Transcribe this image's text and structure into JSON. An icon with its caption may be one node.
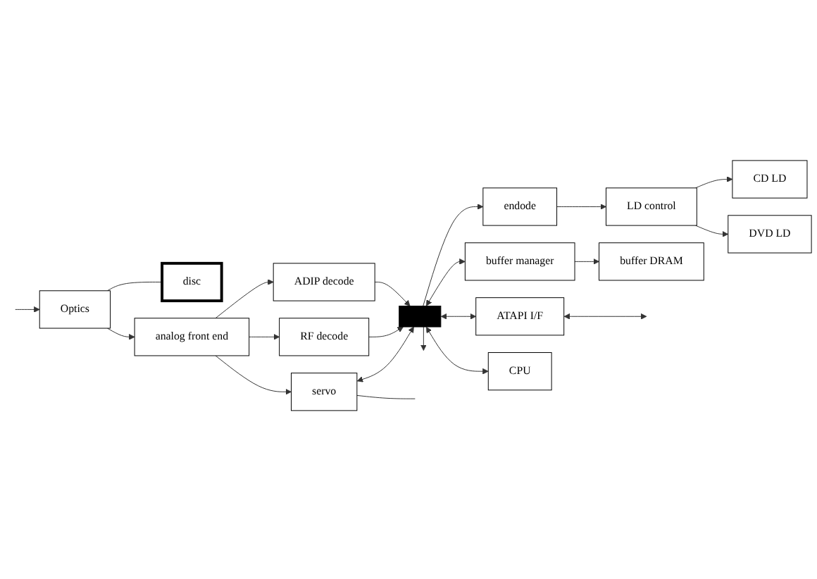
{
  "diagram": {
    "nodes": [
      {
        "text": [
          "disc"
        ]
      },
      {
        "text": [
          "Optics"
        ]
      },
      {
        "text": [
          "CD LD"
        ]
      },
      {
        "text": [
          "DVD LD"
        ]
      },
      {
        "text": [
          "LD control"
        ]
      },
      {
        "text": [
          "endode"
        ]
      },
      {
        "text": [
          "buffer DRAM"
        ]
      },
      {
        "text": [
          "analog front end"
        ]
      },
      {
        "text": [
          "ADIP decode"
        ]
      },
      {
        "text": [
          "buffer manager"
        ]
      },
      {
        "text": [
          "RF decode"
        ]
      },
      {
        "text": [
          "ATAPI I/F"
        ]
      },
      {
        "text": [
          "servo"
        ]
      },
      {
        "text": [
          "CPU"
        ]
      },
      {
        "text": [],
        "shape": "bar"
      }
    ],
    "edges": [
      {
        "from": 1,
        "to": 0,
        "arrow": "none"
      },
      {
        "from": 4,
        "to": 2,
        "arrow": "to"
      },
      {
        "from": 4,
        "to": 3,
        "arrow": "to"
      },
      {
        "from": 5,
        "to": 4,
        "arrow": "to"
      },
      {
        "from": 9,
        "to": 6,
        "arrow": "to"
      },
      {
        "from": 1,
        "to": 7,
        "arrow": "to"
      },
      {
        "from": 7,
        "to": 8,
        "arrow": "to"
      },
      {
        "from": 7,
        "to": 10,
        "arrow": "to"
      },
      {
        "from": 7,
        "to": 12,
        "arrow": "to"
      },
      {
        "from": 8,
        "to": 14,
        "arrow": "to"
      },
      {
        "from": 10,
        "to": 14,
        "arrow": "to"
      },
      {
        "from": 12,
        "to": 14,
        "arrow": "both"
      },
      {
        "from": 14,
        "to": 5,
        "arrow": "to"
      },
      {
        "from": 14,
        "to": 9,
        "arrow": "both"
      },
      {
        "from": 14,
        "to": 11,
        "arrow": "both"
      },
      {
        "from": 14,
        "to": 13,
        "arrow": "both"
      },
      {
        "from": 14,
        "to": null,
        "arrow": "to"
      },
      {
        "from": 11,
        "to": null,
        "arrow": "both"
      },
      {
        "from": 12,
        "to": null,
        "arrow": "none"
      },
      {
        "from": null,
        "to": 1,
        "arrow": "to"
      }
    ]
  }
}
